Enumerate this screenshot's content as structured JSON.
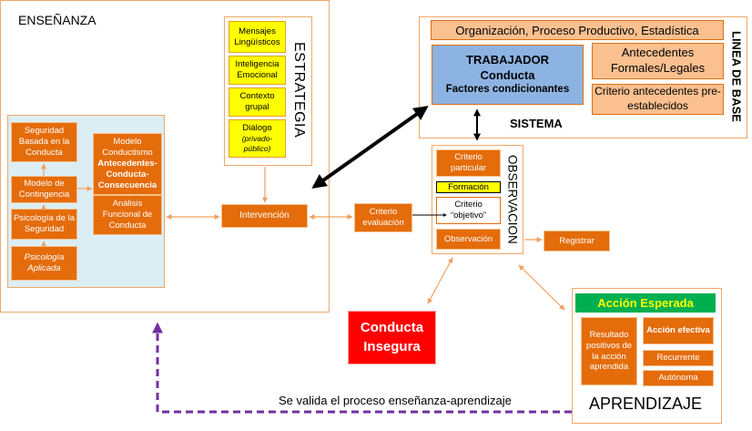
{
  "ensenanza": {
    "title": "ENSEÑANZA",
    "left_blocks": [
      "Seguridad Basada en la Conducta",
      "Modelo de Contingencia",
      "Psicología de la Seguridad",
      "Psicología Aplicada"
    ],
    "modelo": {
      "line1": "Modelo Conductismo",
      "line2": "Antecedentes-Conducta-Consecuencia"
    },
    "analisis": "Análisis Funcional de Conducta",
    "intervencion": "Intervención"
  },
  "estrategia": {
    "title": "ESTRATEGIA",
    "items": [
      "Mensajes Lingüísticos",
      "Inteligencia Emocional",
      "Contexto grupal"
    ],
    "dialogo": "Diálogo",
    "dialogo_note": "(privado-público)"
  },
  "sistema": {
    "label": "SISTEMA",
    "side_title": "LINEA DE BASE",
    "organizacion": "Organización, Proceso Productivo, Estadística",
    "trabajador": {
      "line1": "TRABAJADOR",
      "line2": "Conducta",
      "line3": "Factores condicionantes"
    },
    "antecedentes": "Antecedentes Formales/Legales",
    "criterio_pre": "Criterio antecedentes pre-establecidos"
  },
  "observacion": {
    "title": "OBSERVACION",
    "criterio_particular": "Criterio particular",
    "formacion": "Formación",
    "criterio_objetivo": "Criterio “objetivo”",
    "observacion": "Observación"
  },
  "criterio_evaluacion": "Criterio evaluación",
  "registrar": "Registrar",
  "conducta_insegura": "Conducta Insegura",
  "aprendizaje": {
    "title": "APRENDIZAJE",
    "accion_esperada": "Acción Esperada",
    "resultado": "Resultado positivos de la acción aprendida",
    "accion_efectiva": "Acción efectiva",
    "recurrente": "Recurrente",
    "autonoma": "Autónoma"
  },
  "feedback_label": "Se valida el proceso enseñanza-aprendizaje",
  "colors": {
    "orange": "#e46c0a",
    "peach": "#fac090",
    "yellow": "#ffff00",
    "blue": "#8db3e2",
    "red": "#ff0000",
    "green": "#00b050",
    "purple": "#7030a0"
  }
}
